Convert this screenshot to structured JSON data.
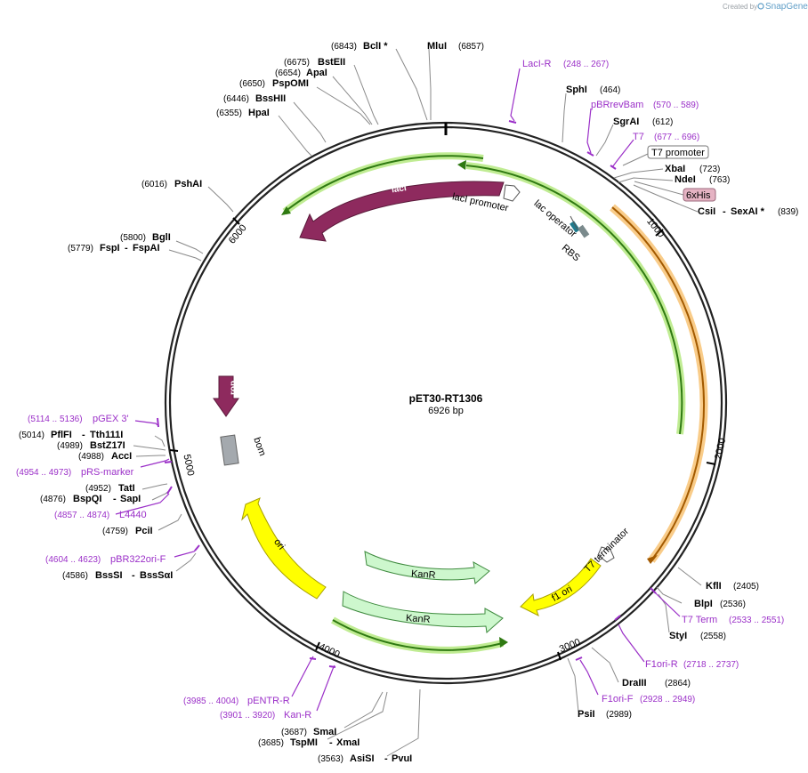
{
  "brand": {
    "created_by": "Created by",
    "name": "SnapGene"
  },
  "plasmid": {
    "name": "pET30-RT1306",
    "length": "6926 bp"
  },
  "ticks": [
    "1000",
    "2000",
    "3000",
    "4000",
    "5000",
    "6000"
  ],
  "features": {
    "lacI": "lacI",
    "lacI_promoter": "lacI promoter",
    "lac_operator": "lac operator",
    "rbs": "RBS",
    "t7_promoter": "T7 promoter",
    "his": "6xHis",
    "rop": "rop",
    "bom": "bom",
    "ori": "ori",
    "kanr1": "KanR",
    "kanr2": "KanR",
    "f1ori": "f1 ori",
    "t7_terminator": "T7 terminator"
  },
  "enzymes": [
    {
      "id": "bcli",
      "pos": "(6843)",
      "name": "BclI *"
    },
    {
      "id": "mlui",
      "pos": "(6857)",
      "name": "MluI"
    },
    {
      "id": "bsteii",
      "pos": "(6675)",
      "name": "BstEII"
    },
    {
      "id": "apai",
      "pos": "(6654)",
      "name": "ApaI"
    },
    {
      "id": "pspomi",
      "pos": "(6650)",
      "name": "PspOMI"
    },
    {
      "id": "bsshii",
      "pos": "(6446)",
      "name": "BssHII"
    },
    {
      "id": "hpai",
      "pos": "(6355)",
      "name": "HpaI"
    },
    {
      "id": "pshai",
      "pos": "(6016)",
      "name": "PshAI"
    },
    {
      "id": "bgli",
      "pos": "(5800)",
      "name": "BglI"
    },
    {
      "id": "fspi",
      "pos": "(5779)",
      "name": "FspI",
      "name2": "FspAI"
    },
    {
      "id": "sphi",
      "pos": "(464)",
      "name": "SphI"
    },
    {
      "id": "sgrai",
      "pos": "(612)",
      "name": "SgrAI"
    },
    {
      "id": "xbai",
      "pos": "(723)",
      "name": "XbaI"
    },
    {
      "id": "ndei",
      "pos": "(763)",
      "name": "NdeI"
    },
    {
      "id": "csii",
      "pos": "(839)",
      "name": "CsiI",
      "name2": "SexAI *"
    },
    {
      "id": "pflfi",
      "pos": "(5014)",
      "name": "PflFI",
      "name2": "Tth111I"
    },
    {
      "id": "bstz17i",
      "pos": "(4989)",
      "name": "BstZ17I"
    },
    {
      "id": "acci",
      "pos": "(4988)",
      "name": "AccI"
    },
    {
      "id": "tati",
      "pos": "(4952)",
      "name": "TatI"
    },
    {
      "id": "bspqi",
      "pos": "(4876)",
      "name": "BspQI",
      "name2": "SapI"
    },
    {
      "id": "pcii",
      "pos": "(4759)",
      "name": "PciI"
    },
    {
      "id": "bsssi",
      "pos": "(4586)",
      "name": "BssSI",
      "name2": "BssSαI"
    },
    {
      "id": "kfli",
      "pos": "(2405)",
      "name": "KflI"
    },
    {
      "id": "blpi",
      "pos": "(2536)",
      "name": "BlpI"
    },
    {
      "id": "styi",
      "pos": "(2558)",
      "name": "StyI"
    },
    {
      "id": "draiii",
      "pos": "(2864)",
      "name": "DraIII"
    },
    {
      "id": "psii",
      "pos": "(2989)",
      "name": "PsiI"
    },
    {
      "id": "smai",
      "pos": "(3687)",
      "name": "SmaI"
    },
    {
      "id": "tspmi",
      "pos": "(3685)",
      "name": "TspMI",
      "name2": "XmaI"
    },
    {
      "id": "asisi",
      "pos": "(3563)",
      "name": "AsiSI",
      "name2": "PvuI"
    }
  ],
  "primers": [
    {
      "id": "laci_r",
      "name": "LacI-R",
      "range": "(248 .. 267)"
    },
    {
      "id": "pbrrevbam",
      "name": "pBRrevBam",
      "range": "(570 .. 589)"
    },
    {
      "id": "t7",
      "name": "T7",
      "range": "(677 .. 696)"
    },
    {
      "id": "pgex3",
      "name": "pGEX 3'",
      "range": "(5114 .. 5136)"
    },
    {
      "id": "prs_marker",
      "name": "pRS-marker",
      "range": "(4954 .. 4973)"
    },
    {
      "id": "l4440",
      "name": "L4440",
      "range": "(4857 .. 4874)"
    },
    {
      "id": "pbr322ori_f",
      "name": "pBR322ori-F",
      "range": "(4604 .. 4623)"
    },
    {
      "id": "t7_term",
      "name": "T7 Term",
      "range": "(2533 .. 2551)"
    },
    {
      "id": "f1ori_r",
      "name": "F1ori-R",
      "range": "(2718 .. 2737)"
    },
    {
      "id": "f1ori_f",
      "name": "F1ori-F",
      "range": "(2928 .. 2949)"
    },
    {
      "id": "pentr_r",
      "name": "pENTR-R",
      "range": "(3985 .. 4004)"
    },
    {
      "id": "kan_r",
      "name": "Kan-R",
      "range": "(3901 .. 3920)"
    }
  ],
  "colors": {
    "laci": "#8e2a5e",
    "rop": "#8e2a5e",
    "ori": "#ffff00",
    "kanr": "#cdf7cd",
    "orange_orf": "#f6b04a",
    "green_arc": "#3d8f1c",
    "primer": "#9b30c8",
    "bom": "#a4a9ae",
    "his": "#e5b3c3"
  }
}
